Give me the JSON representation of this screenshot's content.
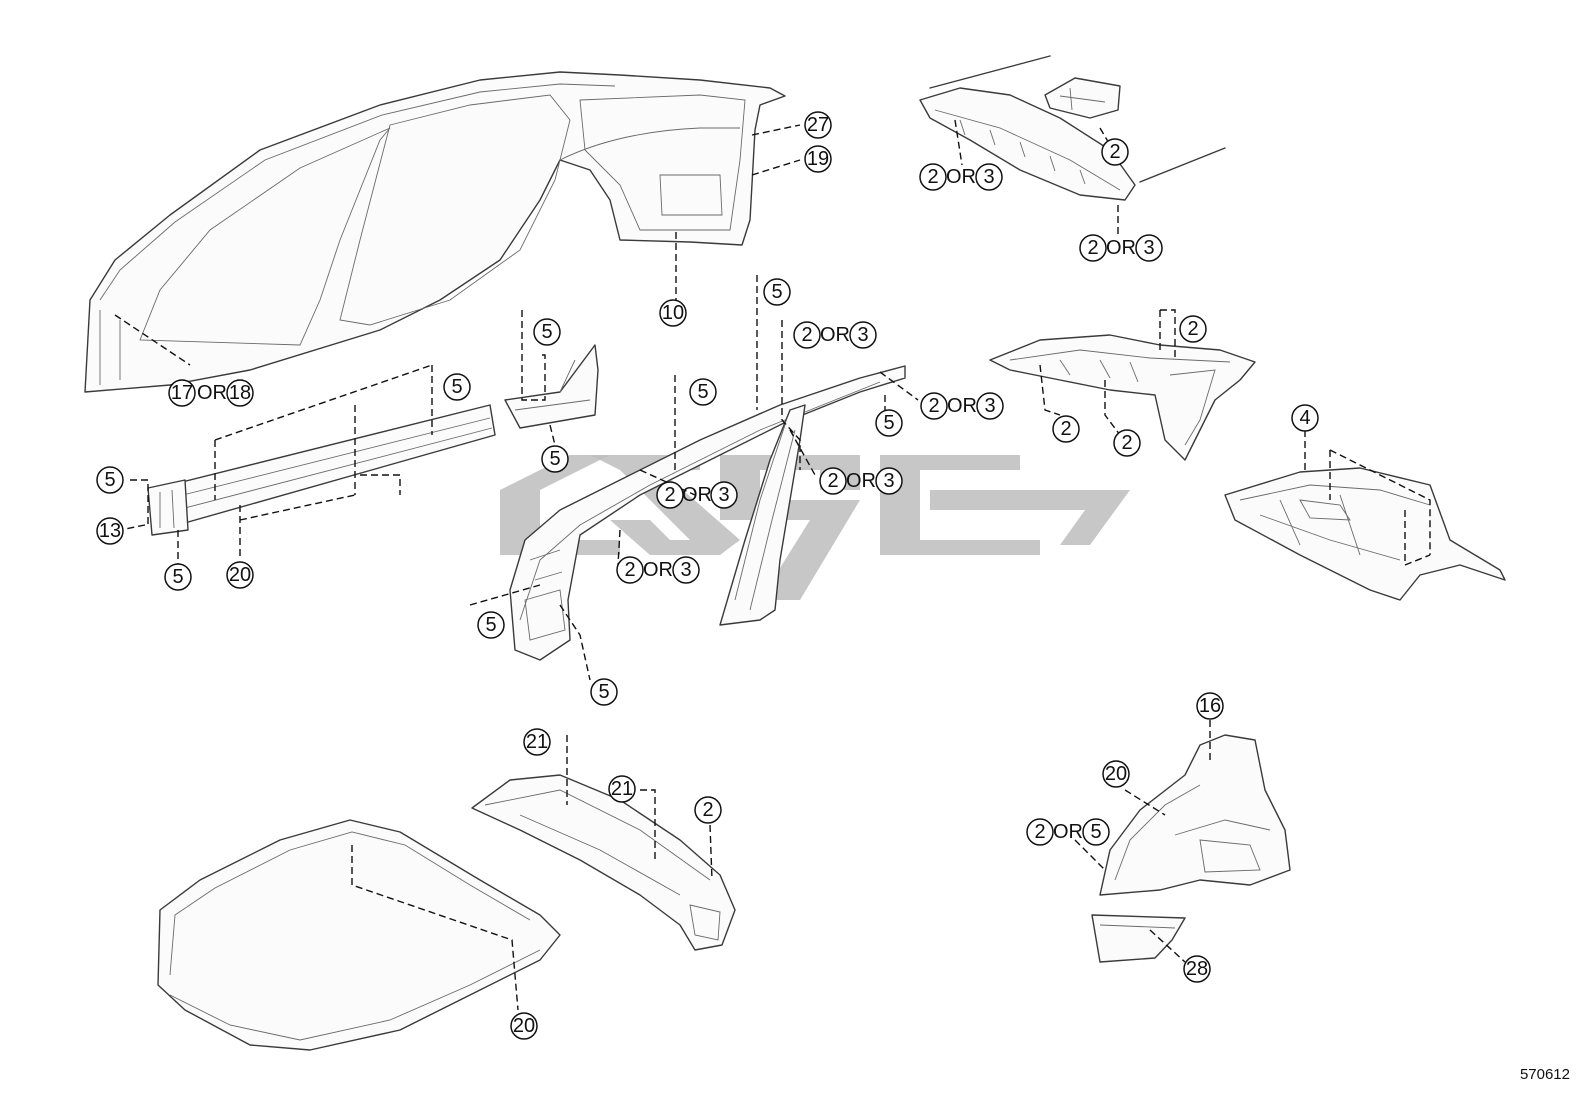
{
  "diagram_id": "570612",
  "or_label": "OR",
  "watermark": "logo",
  "callouts": [
    {
      "id": "c27",
      "label": "27"
    },
    {
      "id": "c19",
      "label": "19"
    },
    {
      "id": "c10",
      "label": "10"
    },
    {
      "id": "c17-18",
      "label": "17",
      "alt": "18"
    },
    {
      "id": "c2-top",
      "label": "2"
    },
    {
      "id": "c2-3-topleft",
      "label": "2",
      "alt": "3"
    },
    {
      "id": "c2-3-topright",
      "label": "2",
      "alt": "3"
    },
    {
      "id": "c5-rocker-top",
      "label": "5"
    },
    {
      "id": "c5-rocker-left",
      "label": "5"
    },
    {
      "id": "c13",
      "label": "13"
    },
    {
      "id": "c5-rocker-bottom",
      "label": "5"
    },
    {
      "id": "c20-rocker",
      "label": "20"
    },
    {
      "id": "c5-bracket-top",
      "label": "5"
    },
    {
      "id": "c5-bracket-bottom",
      "label": "5"
    },
    {
      "id": "c5-apillar-top",
      "label": "5"
    },
    {
      "id": "c5-roofrail-top",
      "label": "5"
    },
    {
      "id": "c2-3-roofrail",
      "label": "2",
      "alt": "3"
    },
    {
      "id": "c2-3-rail-right",
      "label": "2",
      "alt": "3"
    },
    {
      "id": "c5-rail-right",
      "label": "5"
    },
    {
      "id": "c2-3-bpillar",
      "label": "2",
      "alt": "3"
    },
    {
      "id": "c2-3-apillar-mid",
      "label": "2",
      "alt": "3"
    },
    {
      "id": "c2-3-apillar-low",
      "label": "2",
      "alt": "3"
    },
    {
      "id": "c5-apillar-left",
      "label": "5"
    },
    {
      "id": "c5-apillar-bottom",
      "label": "5"
    },
    {
      "id": "c2-rear-top",
      "label": "2"
    },
    {
      "id": "c2-rear-left",
      "label": "2"
    },
    {
      "id": "c2-rear-mid",
      "label": "2"
    },
    {
      "id": "c4",
      "label": "4"
    },
    {
      "id": "c21-a",
      "label": "21"
    },
    {
      "id": "c21-b",
      "label": "21"
    },
    {
      "id": "c2-cowl",
      "label": "2"
    },
    {
      "id": "c20-hood",
      "label": "20"
    },
    {
      "id": "c16",
      "label": "16"
    },
    {
      "id": "c20-apron",
      "label": "20"
    },
    {
      "id": "c2-5-apron",
      "label": "2",
      "alt": "5"
    },
    {
      "id": "c28",
      "label": "28"
    }
  ]
}
